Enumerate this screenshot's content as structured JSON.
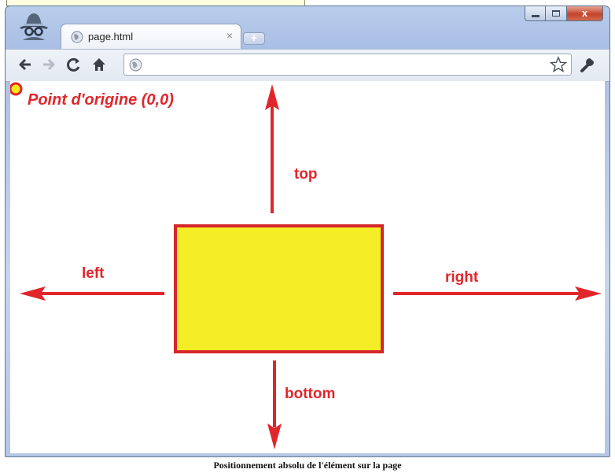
{
  "tab": {
    "title": "page.html",
    "close_glyph": "×",
    "new_tab_glyph": "+"
  },
  "window_controls": {
    "close_glyph": "x"
  },
  "toolbar": {
    "icons": [
      "back-icon",
      "forward-icon",
      "reload-icon",
      "home-icon",
      "globe-icon",
      "star-icon",
      "wrench-icon"
    ],
    "url": ""
  },
  "diagram": {
    "origin_label": "Point d'origine (0,0)",
    "top_label": "top",
    "left_label": "left",
    "right_label": "right",
    "bottom_label": "bottom",
    "colors": {
      "arrow": "#e1262b",
      "box_fill": "#f5ed26",
      "box_border": "#d4262b",
      "origin_fill": "#f7e61a"
    }
  },
  "caption": "Positionnement absolu de l'élément sur la page"
}
